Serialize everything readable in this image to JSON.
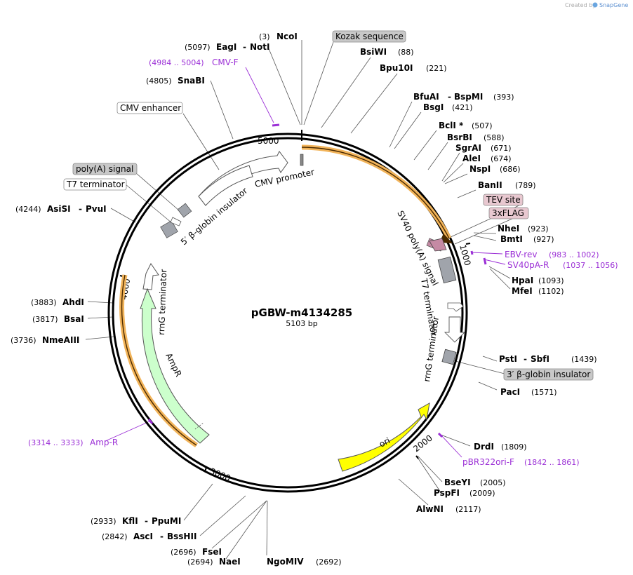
{
  "credit": {
    "prefix": "Created by",
    "brand": "SnapGene"
  },
  "plasmid": {
    "name": "pGBW-m4134285",
    "size": "5103 bp"
  },
  "colors": {
    "ori": "#ffff00",
    "ampr": "#ccffcc",
    "grey_feature": "#a0a4ab",
    "tag_feature": "#c58aa4",
    "primer": "#9b2fd6",
    "orange_halo": "#f2b45a",
    "grey_box": "#c8c8c8",
    "pink_box": "#e8c8d0"
  },
  "ticks": {
    "t1000": "1000",
    "t2000": "2000",
    "t3000": "3000",
    "t4000": "4000",
    "t5000": "5000"
  },
  "sites": [
    {
      "name": "NcoI",
      "pos": "(3)"
    },
    {
      "name": "BsiWI",
      "pos": "(88)"
    },
    {
      "name": "Bpu10I",
      "pos": "(221)"
    },
    {
      "name": "BfuAI",
      "name2": "BspMI",
      "pos": "(393)"
    },
    {
      "name": "BsgI",
      "pos": "(421)"
    },
    {
      "name": "BclI *",
      "pos": "(507)"
    },
    {
      "name": "BsrBI",
      "pos": "(588)"
    },
    {
      "name": "SgrAI",
      "pos": "(671)"
    },
    {
      "name": "AleI",
      "pos": "(674)"
    },
    {
      "name": "NspI",
      "pos": "(686)"
    },
    {
      "name": "BanII",
      "pos": "(789)"
    },
    {
      "name": "NheI",
      "pos": "(923)"
    },
    {
      "name": "BmtI",
      "pos": "(927)"
    },
    {
      "name": "HpaI",
      "pos": "(1093)"
    },
    {
      "name": "MfeI",
      "pos": "(1102)"
    },
    {
      "name": "PstI",
      "name2": "SbfI",
      "pos": "(1439)"
    },
    {
      "name": "PacI",
      "pos": "(1571)"
    },
    {
      "name": "DrdI",
      "pos": "(1809)"
    },
    {
      "name": "BseYI",
      "pos": "(2005)"
    },
    {
      "name": "PspFI",
      "pos": "(2009)"
    },
    {
      "name": "AlwNI",
      "pos": "(2117)"
    },
    {
      "name": "NgoMIV",
      "pos": "(2692)"
    },
    {
      "name": "NaeI",
      "pos": "(2694)"
    },
    {
      "name": "FseI",
      "pos": "(2696)"
    },
    {
      "name": "AscI",
      "name2": "BssHII",
      "pos": "(2842)"
    },
    {
      "name": "KflI",
      "name2": "PpuMI",
      "pos": "(2933)"
    },
    {
      "name": "NmeAIII",
      "pos": "(3736)"
    },
    {
      "name": "BsaI",
      "pos": "(3817)"
    },
    {
      "name": "AhdI",
      "pos": "(3883)"
    },
    {
      "name": "AsiSI",
      "name2": "PvuI",
      "pos": "(4244)"
    },
    {
      "name": "SnaBI",
      "pos": "(4805)"
    },
    {
      "name": "EagI",
      "name2": "NotI",
      "pos": "(5097)"
    }
  ],
  "primers": [
    {
      "name": "CMV-F",
      "pos": "(4984 .. 5004)"
    },
    {
      "name": "EBV-rev",
      "pos": "(983 .. 1002)"
    },
    {
      "name": "SV40pA-R",
      "pos": "(1037 .. 1056)"
    },
    {
      "name": "pBR322ori-F",
      "pos": "(1842 .. 1861)"
    },
    {
      "name": "Amp-R",
      "pos": "(3314 .. 3333)"
    }
  ],
  "boxes": {
    "kozak": "Kozak sequence",
    "cmv_enhancer": "CMV enhancer",
    "polya_signal": "poly(A) signal",
    "t7_terminator": "T7 terminator",
    "tev_site": "TEV site",
    "flag": "3xFLAG",
    "beta_globin_3": "3′ β-globin insulator"
  },
  "features": {
    "cmv_promoter": "CMV promoter",
    "beta_globin_5": "5′ β-globin insulator",
    "sv40_polya": "SV40 poly(A) signal",
    "t7_term": "T7 terminator",
    "rrng_right": "rrnG terminator",
    "rrng_left": "rrnG terminator",
    "ampr": "AmpR",
    "ori": "ori"
  }
}
